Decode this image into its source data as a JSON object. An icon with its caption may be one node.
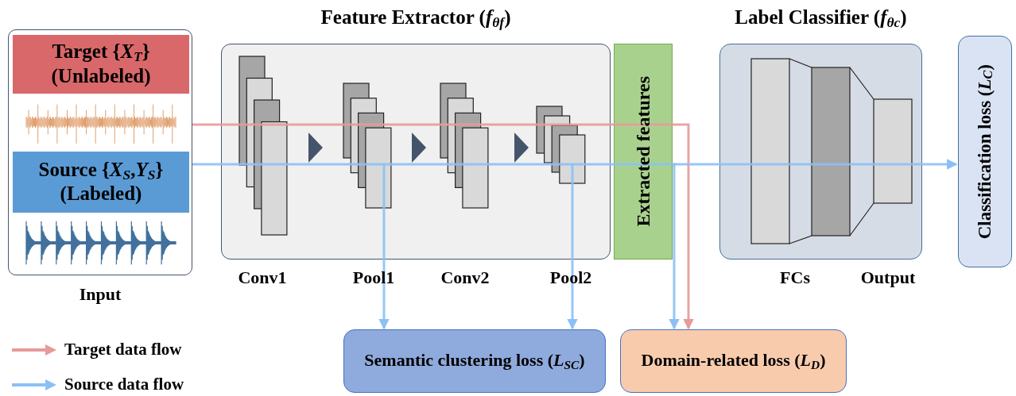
{
  "diagram": {
    "nodes": [
      {
        "text": [],
        "shape": "box",
        "beside": [
          "Input"
        ]
      },
      {
        "text": [
          "Target {*X*$_{T}$} (Unlabeled)"
        ],
        "in": 0
      },
      {
        "text": [
          "Source {*X*$_{S}$,*Y*$_{S}$} (Labeled)"
        ],
        "in": 0
      },
      {
        "text": [
          "Feature Extractor (*f*$_{θf}$)"
        ]
      },
      {
        "text": [
          "Extracted features"
        ]
      },
      {
        "text": [
          "Label Classifier (*f*$_{θc}$)"
        ]
      },
      {
        "text": [
          "Classification loss (*L*$_{C}$)"
        ]
      },
      {
        "text": [
          "Semantic clustering loss (*L*$_{SC}$)"
        ]
      },
      {
        "text": [
          "Domain-related loss (*L*$_{D}$)"
        ]
      }
    ],
    "edges": [
      {
        "from": 0,
        "to": 3,
        "arrow": "none",
        "color": "#e79a9a"
      },
      {
        "from": 0,
        "to": 3,
        "arrow": "none"
      },
      {
        "from": 3,
        "to": 7,
        "arrow": "to"
      },
      {
        "from": 3,
        "to": 7,
        "arrow": "to"
      },
      {
        "from": 4,
        "to": 8,
        "arrow": "to",
        "color": "#e79a9a"
      },
      {
        "from": 5,
        "to": 6,
        "arrow": "to"
      },
      {
        "from": 4,
        "to": 8,
        "arrow": "to"
      },
      {
        "from": 3,
        "to": 4,
        "arrow": "none",
        "color": "#e79a9a"
      },
      {
        "from": 3,
        "to": 4,
        "arrow": "none"
      },
      {
        "from": 4,
        "to": 5,
        "arrow": "none"
      }
    ],
    "labels": [
      "Conv1",
      "Pool1",
      "Conv2",
      "Pool2",
      "FCs",
      "Output"
    ],
    "legend": [
      {
        "text": "Target data flow",
        "color": "#e79a9a"
      },
      {
        "text": "Source data flow",
        "color": "#8cc0f5"
      }
    ]
  }
}
